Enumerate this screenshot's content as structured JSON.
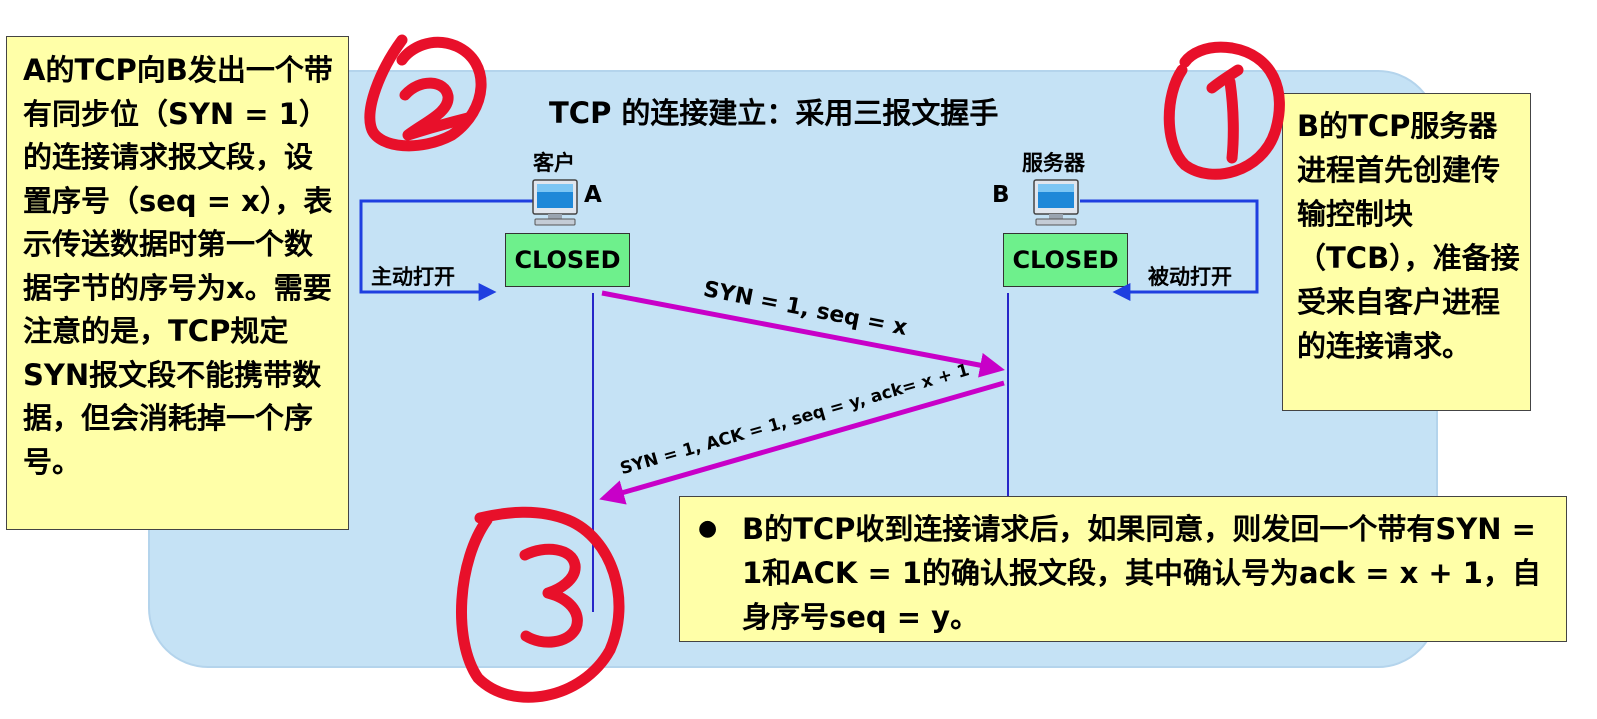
{
  "title": "TCP 的连接建立：采用三报文握手",
  "client": {
    "role": "客户",
    "letter": "A",
    "state": "CLOSED",
    "open_label": "主动打开"
  },
  "server": {
    "role": "服务器",
    "letter": "B",
    "state": "CLOSED",
    "open_label": "被动打开"
  },
  "messages": {
    "syn": "SYN = 1, seq = x",
    "syn_ack": "SYN = 1, ACK = 1, seq = y, ack= x + 1"
  },
  "notes": {
    "left": "A的TCP向B发出一个带有同步位（SYN = 1）的连接请求报文段，设置序号（seq = x），表示传送数据时第一个数据字节的序号为x。需要注意的是，TCP规定SYN报文段不能携带数据，但会消耗掉一个序号。",
    "right": "B的TCP服务器进程首先创建传输控制块（TCB），准备接受来自客户进程的连接请求。",
    "bottom": "B的TCP收到连接请求后，如果同意，则发回一个带有SYN = 1和ACK = 1的确认报文段，其中确认号为ack = x + 1，自身序号seq = y。"
  },
  "colors": {
    "panel": "#c5e2f5",
    "note": "#ffffa8",
    "state": "#6ef08c",
    "message_arrow": "#c800c8",
    "open_arrow": "#1f3fe0",
    "annotation": "#e8102a"
  },
  "icons": [
    "computer-icon",
    "computer-icon"
  ],
  "annotations": [
    "1",
    "2",
    "3"
  ]
}
